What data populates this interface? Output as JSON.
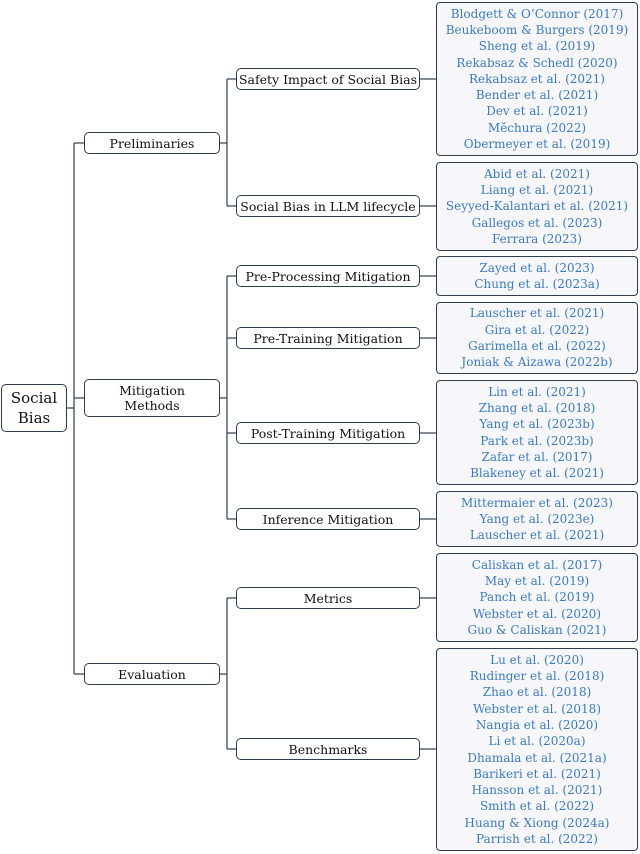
{
  "root": {
    "label": "Social\nBias"
  },
  "branches": [
    {
      "label": "Preliminaries",
      "children": [
        {
          "label": "Safety Impact of Social Bias",
          "refs": [
            "Blodgett & O’Connor (2017)",
            "Beukeboom & Burgers (2019)",
            "Sheng et al. (2019)",
            "Rekabsaz & Schedl (2020)",
            "Rekabsaz et al. (2021)",
            "Bender et al. (2021)",
            "Dev et al. (2021)",
            "Měchura (2022)",
            "Obermeyer et al. (2019)"
          ]
        },
        {
          "label": "Social Bias in LLM lifecycle",
          "refs": [
            "Abid et al. (2021)",
            "Liang et al. (2021)",
            "Seyyed-Kalantari et al. (2021)",
            "Gallegos et al. (2023)",
            "Ferrara (2023)"
          ]
        }
      ]
    },
    {
      "label": "Mitigation\nMethods",
      "children": [
        {
          "label": "Pre-Processing Mitigation",
          "refs": [
            "Zayed et al. (2023)",
            "Chung et al. (2023a)"
          ]
        },
        {
          "label": "Pre-Training Mitigation",
          "refs": [
            "Lauscher et al. (2021)",
            "Gira et al. (2022)",
            "Garimella et al. (2022)",
            "Joniak & Aizawa (2022b)"
          ]
        },
        {
          "label": "Post-Training Mitigation",
          "refs": [
            "Lin et al. (2021)",
            "Zhang et al. (2018)",
            "Yang et al. (2023b)",
            "Park et al. (2023b)",
            "Zafar et al. (2017)",
            "Blakeney et al. (2021)"
          ]
        },
        {
          "label": "Inference Mitigation",
          "refs": [
            "Mittermaier et al. (2023)",
            "Yang et al. (2023e)",
            "Lauscher et al. (2021)"
          ]
        }
      ]
    },
    {
      "label": "Evaluation",
      "children": [
        {
          "label": "Metrics",
          "refs": [
            "Caliskan et al. (2017)",
            "May et al. (2019)",
            "Panch et al. (2019)",
            "Webster et al. (2020)",
            "Guo & Caliskan (2021)"
          ]
        },
        {
          "label": "Benchmarks",
          "refs": [
            "Lu et al. (2020)",
            "Rudinger et al. (2018)",
            "Zhao et al. (2018)",
            "Webster et al. (2018)",
            "Nangia et al. (2020)",
            "Li et al. (2020a)",
            "Dhamala et al. (2021a)",
            "Barikeri et al. (2021)",
            "Hansson et al. (2021)",
            "Smith et al. (2022)",
            "Huang & Xiong (2024a)",
            "Parrish et al. (2022)"
          ]
        }
      ]
    }
  ]
}
